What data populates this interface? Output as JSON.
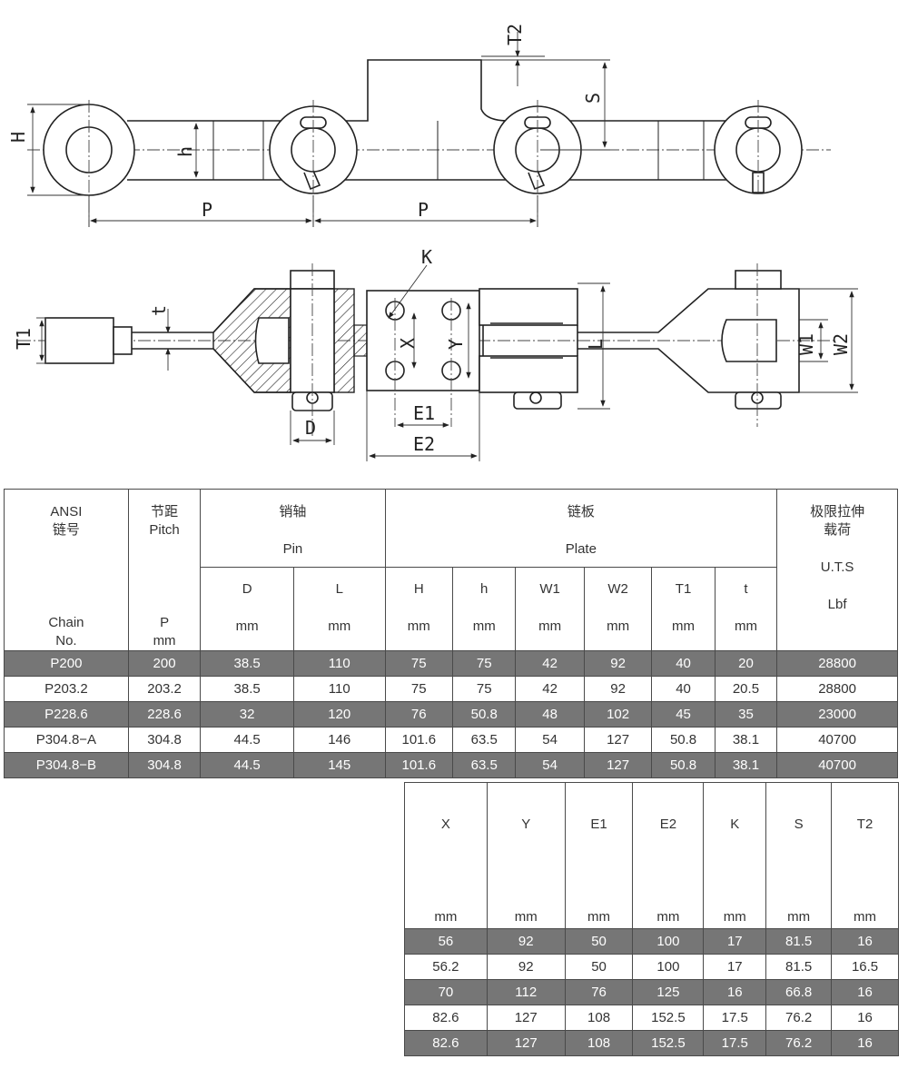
{
  "drawing_labels": {
    "H": "H",
    "h": "h",
    "P1": "P",
    "P2": "P",
    "T2": "T2",
    "S": "S",
    "K": "K",
    "t": "t",
    "T1": "T1",
    "X": "X",
    "Y": "Y",
    "L": "L",
    "W1": "W1",
    "W2": "W2",
    "D": "D",
    "E1": "E1",
    "E2": "E2"
  },
  "spec_table": {
    "header": {
      "ansi_cn": "ANSI",
      "ansi_cn2": "链号",
      "pitch_cn": "节距",
      "pitch_en": "Pitch",
      "pin_cn": "销轴",
      "pin_en": "Pin",
      "plate_cn": "链板",
      "plate_en": "Plate",
      "uts_cn": "极限拉伸",
      "uts_cn2": "载荷",
      "chain": "Chain",
      "no": "No.",
      "p": "P",
      "p_unit": "mm",
      "cols": [
        {
          "name": "D",
          "unit": "mm"
        },
        {
          "name": "L",
          "unit": "mm"
        },
        {
          "name": "H",
          "unit": "mm"
        },
        {
          "name": "h",
          "unit": "mm"
        },
        {
          "name": "W1",
          "unit": "mm"
        },
        {
          "name": "W2",
          "unit": "mm"
        },
        {
          "name": "T1",
          "unit": "mm"
        },
        {
          "name": "t",
          "unit": "mm"
        }
      ],
      "uts": "U.T.S",
      "uts_unit": "Lbf"
    },
    "rows": [
      [
        "P200",
        "200",
        "38.5",
        "110",
        "75",
        "75",
        "42",
        "92",
        "40",
        "20",
        "28800"
      ],
      [
        "P203.2",
        "203.2",
        "38.5",
        "110",
        "75",
        "75",
        "42",
        "92",
        "40",
        "20.5",
        "28800"
      ],
      [
        "P228.6",
        "228.6",
        "32",
        "120",
        "76",
        "50.8",
        "48",
        "102",
        "45",
        "35",
        "23000"
      ],
      [
        "P304.8−A",
        "304.8",
        "44.5",
        "146",
        "101.6",
        "63.5",
        "54",
        "127",
        "50.8",
        "38.1",
        "40700"
      ],
      [
        "P304.8−B",
        "304.8",
        "44.5",
        "145",
        "101.6",
        "63.5",
        "54",
        "127",
        "50.8",
        "38.1",
        "40700"
      ]
    ]
  },
  "dim_table": {
    "cols": [
      {
        "name": "X",
        "unit": "mm"
      },
      {
        "name": "Y",
        "unit": "mm"
      },
      {
        "name": "E1",
        "unit": "mm"
      },
      {
        "name": "E2",
        "unit": "mm"
      },
      {
        "name": "K",
        "unit": "mm"
      },
      {
        "name": "S",
        "unit": "mm"
      },
      {
        "name": "T2",
        "unit": "mm"
      }
    ],
    "rows": [
      [
        "56",
        "92",
        "50",
        "100",
        "17",
        "81.5",
        "16"
      ],
      [
        "56.2",
        "92",
        "50",
        "100",
        "17",
        "81.5",
        "16.5"
      ],
      [
        "70",
        "112",
        "76",
        "125",
        "16",
        "66.8",
        "16"
      ],
      [
        "82.6",
        "127",
        "108",
        "152.5",
        "17.5",
        "76.2",
        "16"
      ],
      [
        "82.6",
        "127",
        "108",
        "152.5",
        "17.5",
        "76.2",
        "16"
      ]
    ]
  }
}
